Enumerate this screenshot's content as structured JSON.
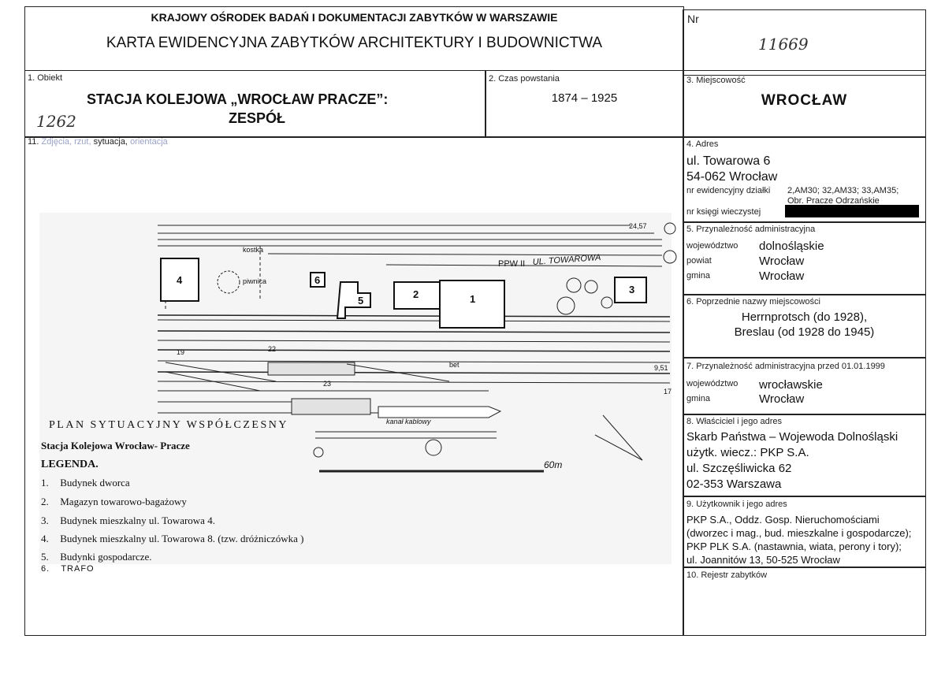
{
  "header": {
    "institution": "KRAJOWY OŚRODEK BADAŃ I DOKUMENTACJI ZABYTKÓW W WARSZAWIE",
    "card_title": "KARTA EWIDENCYJNA ZABYTKÓW ARCHITEKTURY I BUDOWNICTWA",
    "nr_label": "Nr",
    "nr_value": "11669"
  },
  "obiekt": {
    "label": "1. Obiekt",
    "name_line1": "STACJA KOLEJOWA „WROCŁAW PRACZE”:",
    "name_line2": "ZESPÓŁ",
    "handwritten": "1262"
  },
  "czas": {
    "label": "2. Czas powstania",
    "value": "1874 – 1925"
  },
  "miejscowosc": {
    "label": "3. Miejscowość",
    "value": "WROCŁAW"
  },
  "adres": {
    "label": "4. Adres",
    "line1": "ul. Towarowa 6",
    "line2": "54-062 Wrocław",
    "dzialki_label": "nr ewidencyjny działki",
    "dzialki_value_1": "2,AM30; 32,AM33; 33,AM35;",
    "dzialki_value_2": "Obr. Pracze Odrzańskie",
    "ksiega_label": "nr księgi wieczystej"
  },
  "przynaleznosc": {
    "label": "5. Przynależność administracyjna",
    "woj_label": "województwo",
    "woj_value": "dolnośląskie",
    "powiat_label": "powiat",
    "powiat_value": "Wrocław",
    "gmina_label": "gmina",
    "gmina_value": "Wrocław"
  },
  "poprzednie": {
    "label": "6. Poprzednie nazwy miejscowości",
    "line1": "Herrnprotsch (do 1928),",
    "line2": "Breslau (od 1928 do 1945)"
  },
  "przynaleznosc_1999": {
    "label": "7. Przynależność administracyjna przed 01.01.1999",
    "woj_label": "województwo",
    "woj_value": "wrocławskie",
    "gmina_label": "gmina",
    "gmina_value": "Wrocław"
  },
  "wlasciciel": {
    "label": "8. Właściciel i jego adres",
    "line1": "Skarb Państwa – Wojewoda Dolnośląski",
    "line2": "użytk. wiecz.: PKP S.A.",
    "line3": "ul. Szczęśliwicka 62",
    "line4": "02-353 Warszawa"
  },
  "uzytkownik": {
    "label": "9. Użytkownik i jego adres",
    "line1": "PKP S.A., Oddz. Gosp. Nieruchomościami",
    "line2": "(dworzec i mag., bud. mieszkalne i gospodarcze);",
    "line3": "PKP PLK S.A. (nastawnia, wiata, perony i tory);",
    "line4": "ul. Joannitów 13, 50-525 Wrocław"
  },
  "rejestr": {
    "label": "10. Rejestr zabytków"
  },
  "zdjecia": {
    "label_num": "11.",
    "label_faded_1": "Zdjęcia, rzut,",
    "label_mid": "sytuacja,",
    "label_faded_2": "orientacja"
  },
  "plan": {
    "title": "PLAN SYTUACYJNY WSPÓŁCZESNY",
    "subtitle": "Stacja Kolejowa Wrocław- Pracze",
    "legend_title": "LEGENDA.",
    "legend": [
      {
        "num": "1.",
        "text": "Budynek dworca"
      },
      {
        "num": "2.",
        "text": "Magazyn towarowo-bagażowy"
      },
      {
        "num": "3.",
        "text": "Budynek mieszkalny ul. Towarowa 4."
      },
      {
        "num": "4.",
        "text": "Budynek mieszkalny ul. Towarowa 8. (tzw. dróżniczówka )"
      },
      {
        "num": "5.",
        "text": "Budynki gospodarcze."
      },
      {
        "num": "6.",
        "text": "TRAFO"
      }
    ],
    "map_labels": {
      "kostka": "kostka",
      "piwnica": "piwnica",
      "ppw": "PPW II",
      "street": "UL. TOWAROWA",
      "kanal": "kanał kablowy",
      "scale": "60m",
      "b1": "1",
      "b2": "2",
      "b3": "3",
      "b4": "4",
      "b5": "5",
      "b6": "6",
      "elev_1": "24,57",
      "elev_2": "19",
      "elev_3": "22",
      "elev_4": "9,51",
      "elev_5": "17",
      "elev_6": "23",
      "bet": "bet"
    }
  }
}
